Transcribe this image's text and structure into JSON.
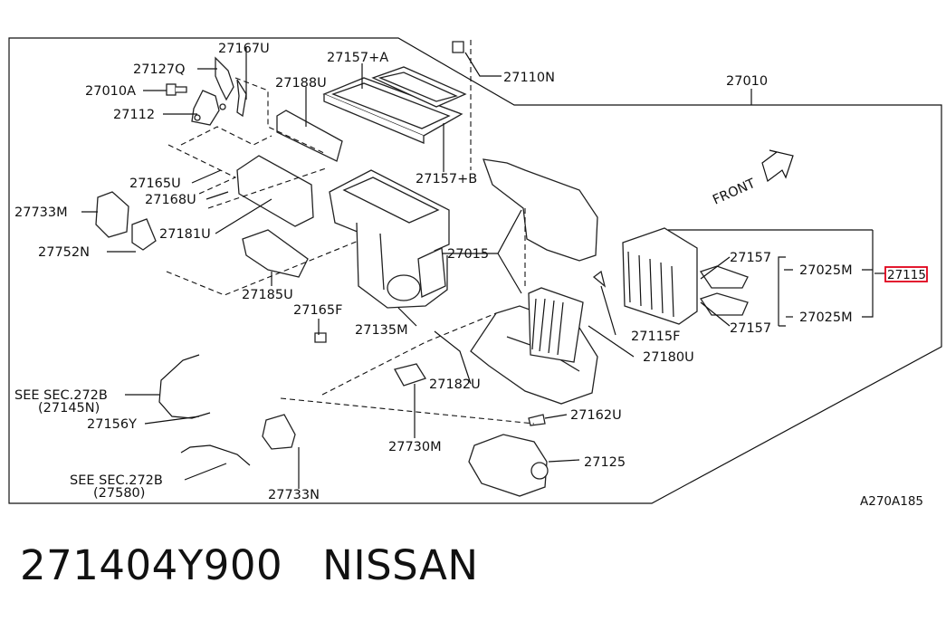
{
  "diagram": {
    "frame_ref": "A270A185",
    "parts": [
      {
        "id": "p27167U",
        "label": "27167U"
      },
      {
        "id": "p27127Q",
        "label": "27127Q"
      },
      {
        "id": "p27010A",
        "label": "27010A"
      },
      {
        "id": "p27112",
        "label": "27112"
      },
      {
        "id": "p27188U",
        "label": "27188U"
      },
      {
        "id": "p27157A",
        "label": "27157+A"
      },
      {
        "id": "p27110N",
        "label": "27110N"
      },
      {
        "id": "p27010",
        "label": "27010"
      },
      {
        "id": "p27157B",
        "label": "27157+B"
      },
      {
        "id": "p27165U",
        "label": "27165U"
      },
      {
        "id": "p27168U",
        "label": "27168U"
      },
      {
        "id": "p27733M",
        "label": "27733M"
      },
      {
        "id": "p27181U",
        "label": "27181U"
      },
      {
        "id": "p27752N",
        "label": "27752N"
      },
      {
        "id": "p27015",
        "label": "27015"
      },
      {
        "id": "p27157top",
        "label": "27157"
      },
      {
        "id": "p27025Mtop",
        "label": "27025M"
      },
      {
        "id": "p27115",
        "label": "27115"
      },
      {
        "id": "p27185U",
        "label": "27185U"
      },
      {
        "id": "p27165F",
        "label": "27165F"
      },
      {
        "id": "p27135M",
        "label": "27135M"
      },
      {
        "id": "p27115F",
        "label": "27115F"
      },
      {
        "id": "p27157bot",
        "label": "27157"
      },
      {
        "id": "p27025Mbot",
        "label": "27025M"
      },
      {
        "id": "p27180U",
        "label": "27180U"
      },
      {
        "id": "p27182U",
        "label": "27182U"
      },
      {
        "id": "p27145N",
        "label": "(27145N)"
      },
      {
        "id": "p27156Y",
        "label": "27156Y"
      },
      {
        "id": "p27162U",
        "label": "27162U"
      },
      {
        "id": "p27730M",
        "label": "27730M"
      },
      {
        "id": "p27125",
        "label": "27125"
      },
      {
        "id": "p27580",
        "label": "(27580)"
      },
      {
        "id": "p27733N",
        "label": "27733N"
      }
    ],
    "see_refs": [
      {
        "id": "see1",
        "label": "SEE SEC.272B"
      },
      {
        "id": "see2",
        "label": "SEE SEC.272B"
      }
    ],
    "direction_label": "FRONT",
    "highlighted_part": "27115"
  },
  "footer": {
    "part_number": "271404Y900",
    "brand": "NISSAN"
  }
}
